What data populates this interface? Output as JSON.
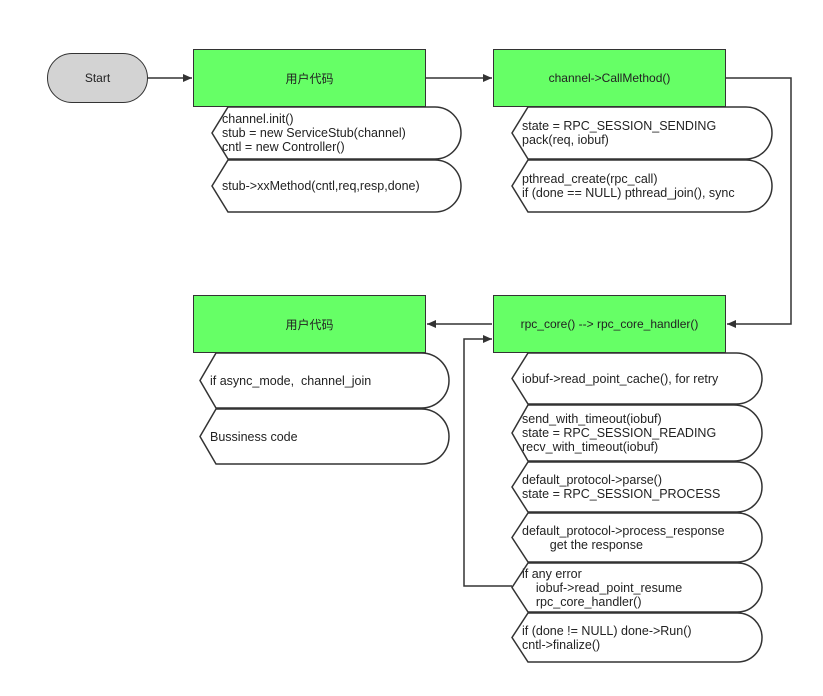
{
  "nodes": {
    "start": "Start",
    "user_code_top": "用户代码",
    "call_method": "channel->CallMethod()",
    "rpc_core": "rpc_core() --> rpc_core_handler()",
    "user_code_bottom": "用户代码"
  },
  "user_code_top_steps": [
    [
      "channel.init()",
      "stub = new ServiceStub(channel)",
      "cntl = new Controller()"
    ],
    [
      "stub->xxMethod(cntl,req,resp,done)"
    ]
  ],
  "call_method_steps": [
    [
      "state = RPC_SESSION_SENDING",
      "pack(req, iobuf)"
    ],
    [
      "pthread_create(rpc_call)",
      "if (done == NULL) pthread_join(), sync"
    ]
  ],
  "user_code_bottom_steps": [
    [
      "if async_mode,  channel_join"
    ],
    [
      "Bussiness code"
    ]
  ],
  "rpc_core_steps": [
    [
      "iobuf->read_point_cache(), for retry"
    ],
    [
      "send_with_timeout(iobuf)",
      "state = RPC_SESSION_READING",
      "recv_with_timeout(iobuf)"
    ],
    [
      "default_protocol->parse()",
      "state = RPC_SESSION_PROCESS"
    ],
    [
      "default_protocol->process_response",
      "        get the response"
    ],
    [
      "if any error",
      "    iobuf->read_point_resume",
      "    rpc_core_handler()"
    ],
    [
      "if (done != NULL) done->Run()",
      "cntl->finalize()"
    ]
  ],
  "colors": {
    "process_fill": "#66ff66",
    "start_fill": "#d3d3d3",
    "stroke": "#333333"
  }
}
